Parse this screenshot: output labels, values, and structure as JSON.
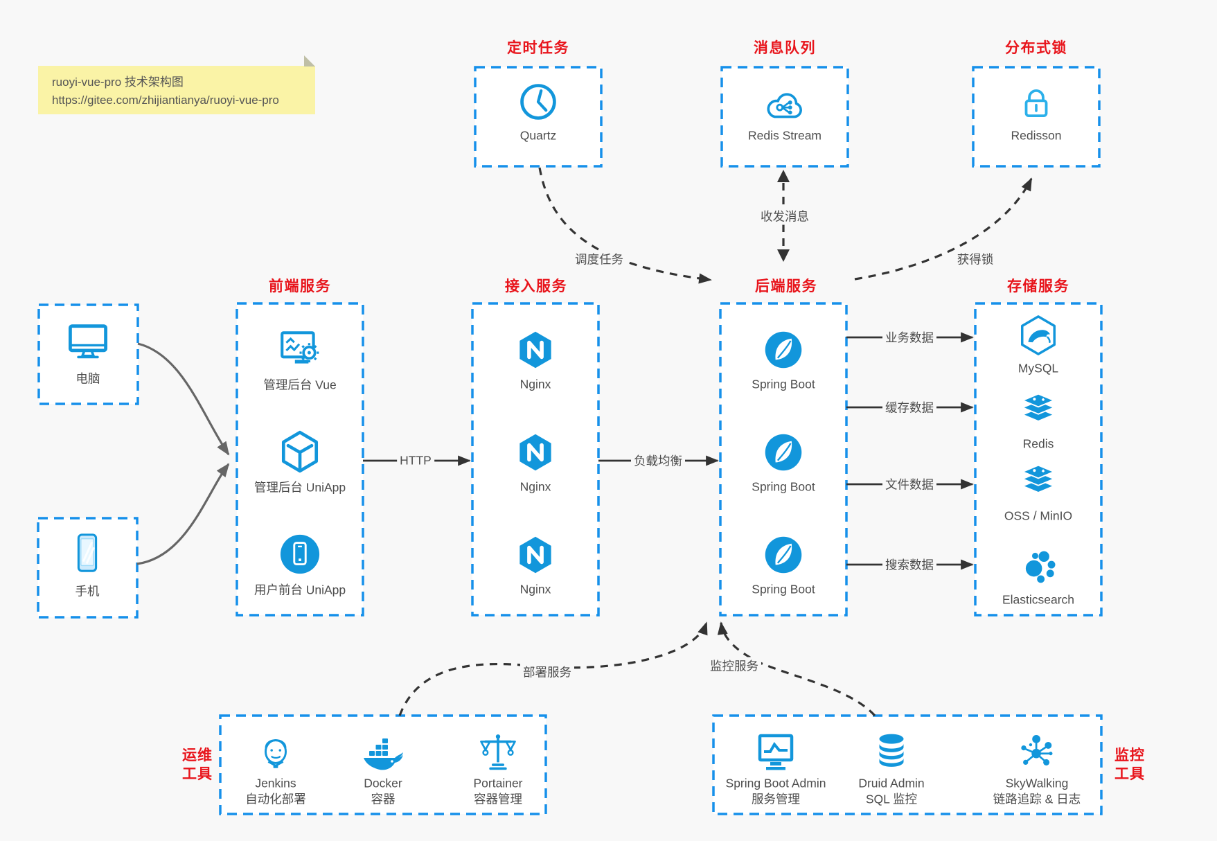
{
  "note": {
    "line1": "ruoyi-vue-pro 技术架构图",
    "line2": "https://gitee.com/zhijiantianya/ruoyi-vue-pro"
  },
  "colors": {
    "page_bg": "#f8f8f8",
    "box_border_blue": "#1690ea",
    "icon_blue": "#1296db",
    "title_red": "#e8141b",
    "arrow_dark": "#333333",
    "client_connector_gray": "#666666",
    "note_bg": "#faf3a6"
  },
  "groups": {
    "scheduled": {
      "title": "定时任务",
      "item": {
        "label": "Quartz",
        "icon": "clock-icon"
      }
    },
    "mq": {
      "title": "消息队列",
      "item": {
        "label": "Redis Stream",
        "icon": "cloud-network-icon"
      }
    },
    "lock": {
      "title": "分布式锁",
      "item": {
        "label": "Redisson",
        "icon": "lock-icon"
      }
    },
    "clients": {
      "pc": {
        "label": "电脑",
        "icon": "desktop-icon"
      },
      "phone": {
        "label": "手机",
        "icon": "smartphone-icon"
      }
    },
    "frontend": {
      "title": "前端服务",
      "items": [
        "管理后台 Vue",
        "管理后台 UniApp",
        "用户前台 UniApp"
      ]
    },
    "gateway": {
      "title": "接入服务",
      "items": [
        "Nginx",
        "Nginx",
        "Nginx"
      ]
    },
    "backend": {
      "title": "后端服务",
      "items": [
        "Spring Boot",
        "Spring Boot",
        "Spring Boot"
      ]
    },
    "storage": {
      "title": "存储服务",
      "items": [
        "MySQL",
        "Redis",
        "OSS / MinIO",
        "Elasticsearch"
      ]
    },
    "ops": {
      "title_line1": "运维",
      "title_line2": "工具",
      "items": [
        {
          "name": "Jenkins",
          "desc": "自动化部署",
          "icon": "jenkins-icon"
        },
        {
          "name": "Docker",
          "desc": "容器",
          "icon": "docker-whale-icon"
        },
        {
          "name": "Portainer",
          "desc": "容器管理",
          "icon": "scales-icon"
        }
      ]
    },
    "monitoring": {
      "title_line1": "监控",
      "title_line2": "工具",
      "items": [
        {
          "name": "Spring Boot Admin",
          "desc": "服务管理",
          "icon": "monitor-chart-icon"
        },
        {
          "name": "Druid Admin",
          "desc": "SQL 监控",
          "icon": "database-icon"
        },
        {
          "name": "SkyWalking",
          "desc": "链路追踪 & 日志",
          "icon": "topology-icon"
        }
      ]
    }
  },
  "edges": {
    "http": "HTTP",
    "load_balance": "负载均衡",
    "biz_data": "业务数据",
    "cache_data": "缓存数据",
    "file_data": "文件数据",
    "search_data": "搜索数据",
    "schedule": "调度任务",
    "message": "收发消息",
    "acquire_lock": "获得锁",
    "deploy": "部署服务",
    "monitor": "监控服务"
  }
}
